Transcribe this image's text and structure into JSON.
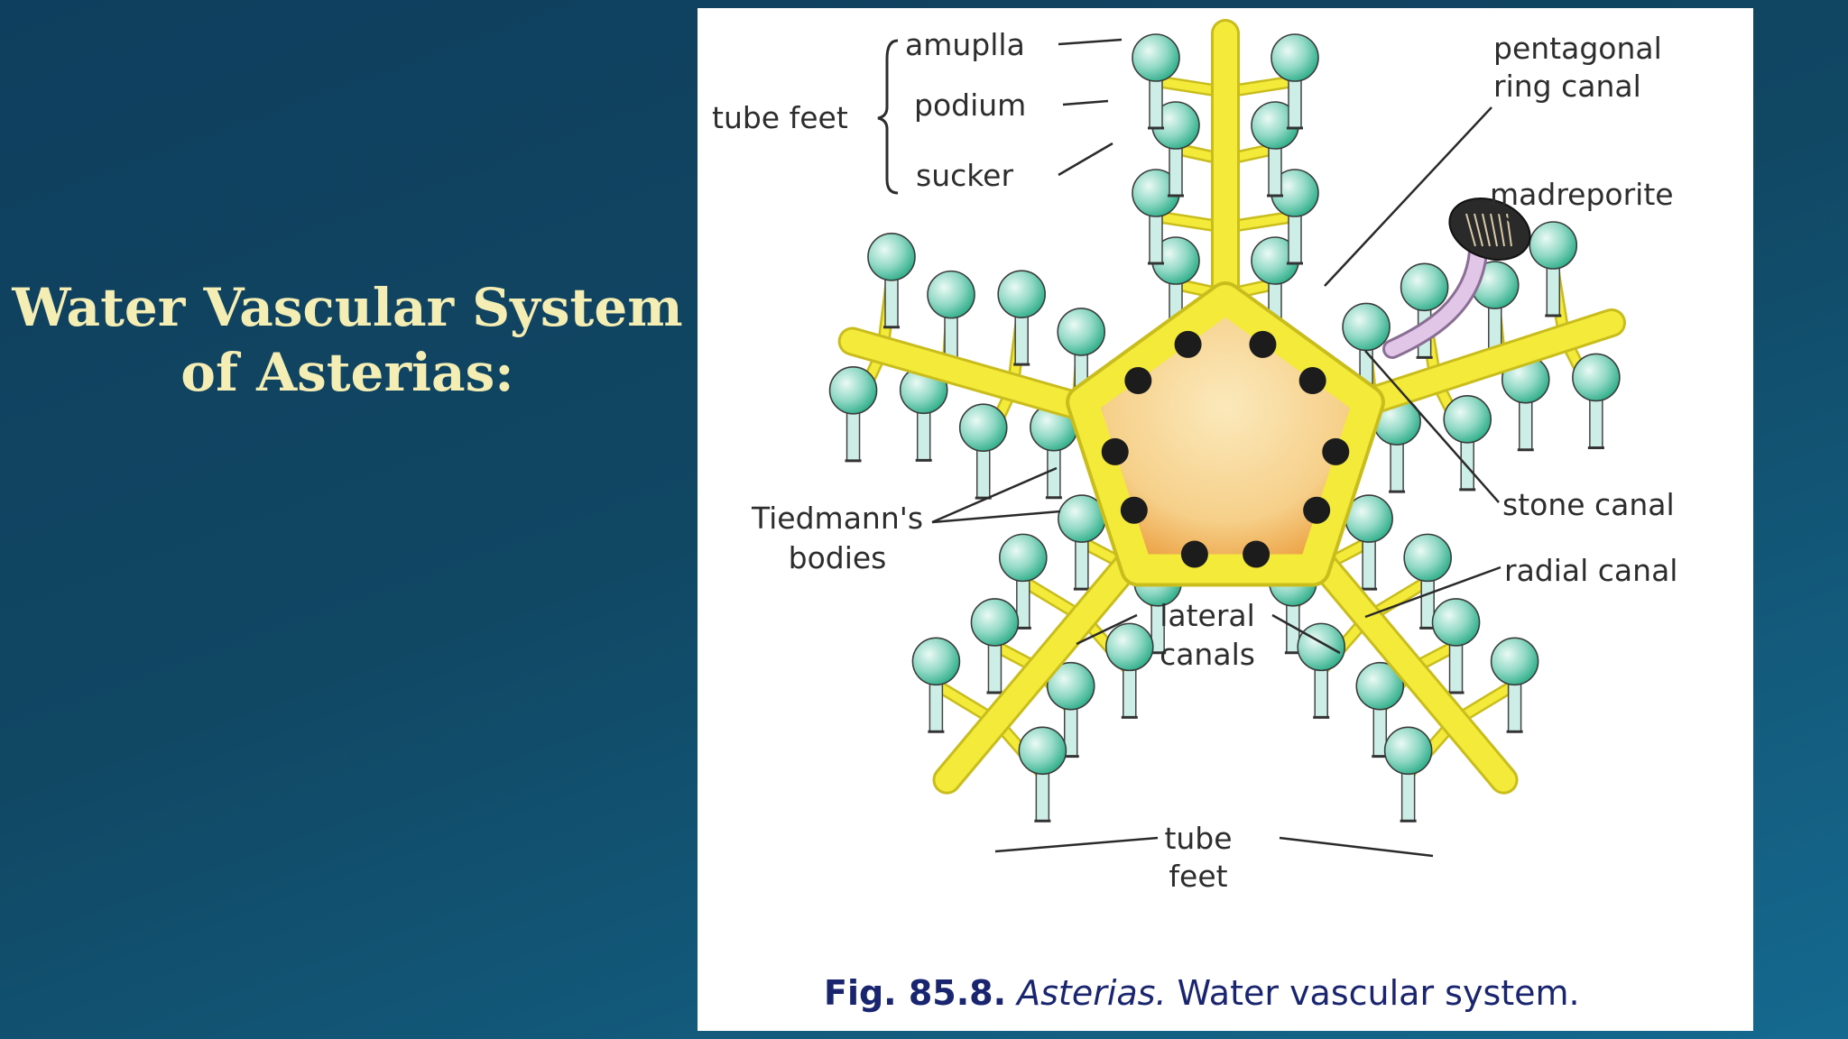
{
  "slide": {
    "title_line1": "Water Vascular System",
    "title_line2": "of Asterias:"
  },
  "figure": {
    "caption_number": "Fig. 85.8.",
    "caption_species": "Asterias.",
    "caption_text": "Water vascular system.",
    "labels": {
      "ampulla": "amuplla",
      "podium": "podium",
      "sucker": "sucker",
      "tube_feet_bracket": "tube feet",
      "pentagonal_line1": "pentagonal",
      "pentagonal_line2": "ring canal",
      "madreporite": "madreporite",
      "stone_canal": "stone canal",
      "radial_canal": "radial canal",
      "tiedmann_line1": "Tiedmann's",
      "tiedmann_line2": "bodies",
      "lateral_line1": "lateral",
      "lateral_line2": "canals",
      "tube_feet_bottom_line1": "tube",
      "tube_feet_bottom_line2": "feet"
    },
    "colors": {
      "canal": "#f3ea3a",
      "canal_edge": "#c9bd1e",
      "ring_fill": "#f6d08a",
      "bulb": "#8fd8c4",
      "bulb_dark": "#2fae8a",
      "tiedmann_body": "#1c1c1c",
      "stone_canal": "#e2c6e8"
    }
  }
}
